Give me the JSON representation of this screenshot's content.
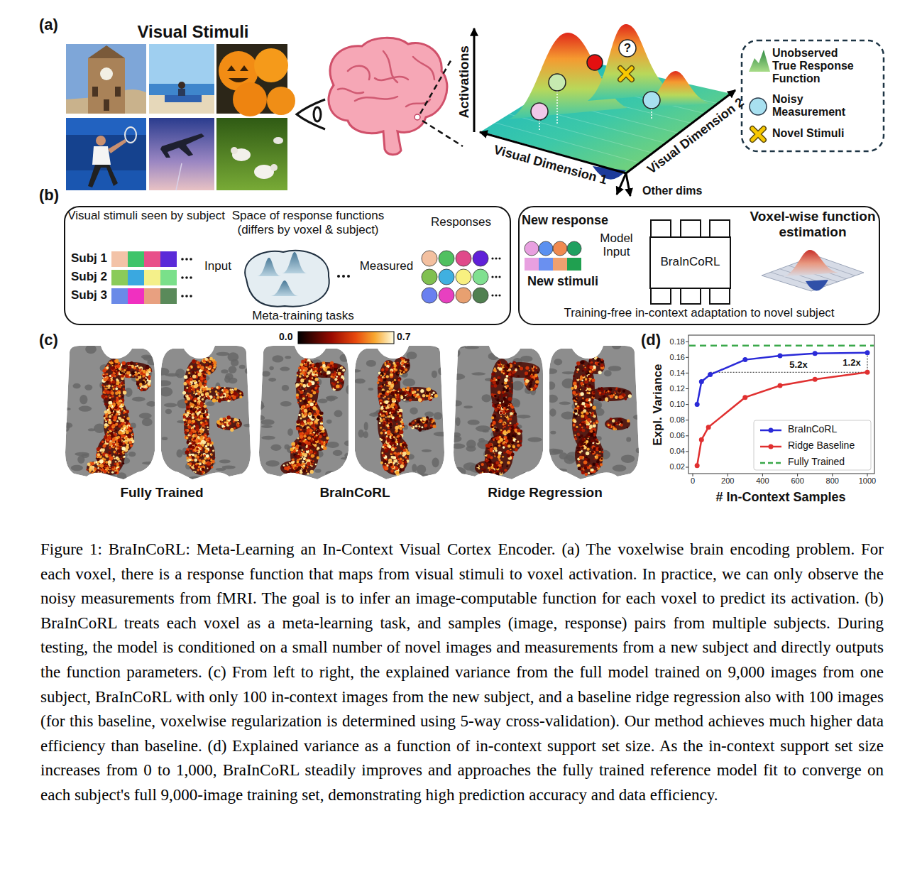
{
  "diagram": {
    "caption": "Figure 1: BraInCoRL: Meta-Learning an In-Context Visual Cortex Encoder. (a) The voxelwise brain encoding problem. For each voxel, there is a response function that maps from visual stimuli to voxel activation. In practice, we can only observe the noisy measurements from fMRI. The goal is to infer an image-computable function for each voxel to predict its activation. (b) BraInCoRL treats each voxel as a meta-learning task, and samples (image, response) pairs from multiple subjects. During testing, the model is conditioned on a small number of novel images and measurements from a new subject and directly outputs the function parameters. (c) From left to right, the explained variance from the full model trained on 9,000 images from one subject, BraInCoRL with only 100 in-context images from the new subject, and a baseline ridge regression also with 100 images (for this baseline, voxelwise regularization is determined using 5-way cross-validation). Our method achieves much higher data efficiency than baseline. (d) Explained variance as a function of in-context support set size. As the in-context support set size increases from 0 to 1,000, BraInCoRL steadily improves and approaches the fully trained reference model fit to converge on each subject's full 9,000-image training set, demonstrating high prediction accuracy and data efficiency.",
    "nodes": [
      {
        "text": [
          "Meta-training tasks"
        ]
      },
      {
        "text": [
          "Visual stimuli seen by subject",
          "Subj 1",
          "Subj 2",
          "Subj 3"
        ],
        "in": 0
      },
      {
        "text": [
          "Space of response functions (differs by voxel & subject)"
        ],
        "in": 0
      },
      {
        "text": [
          "Responses"
        ],
        "in": 0
      },
      {
        "text": [
          "Training-free in-context adaptation to novel subject"
        ]
      },
      {
        "text": [
          "New response",
          "New stimuli"
        ],
        "in": 4
      },
      {
        "text": [
          "BraInCoRL"
        ],
        "in": 4
      },
      {
        "text": [
          "Voxel-wise function estimation"
        ],
        "in": 4
      }
    ],
    "edges": [
      {
        "from": 1,
        "to": 2,
        "label": "Input",
        "arrow": "to"
      },
      {
        "from": 2,
        "to": 3,
        "label": "Measured",
        "arrow": "to"
      },
      {
        "from": 5,
        "to": 6,
        "label": "Model Input",
        "arrow": "to"
      },
      {
        "from": 6,
        "to": 7,
        "arrow": "to"
      }
    ],
    "labels": [
      "(a)",
      "Visual Stimuli",
      "Activations",
      "Visual Dimension 1",
      "Visual Dimension 2",
      "Other dims",
      "?",
      "(b)",
      "(c)",
      "0.0",
      "0.7",
      "Fully Trained",
      "BraInCoRL",
      "Ridge Regression",
      "(d)",
      "Expl. Variance",
      "# In-Context Samples",
      "0.18",
      "0.16",
      "0.14",
      "0.12",
      "0.10",
      "0.08",
      "0.06",
      "0.04",
      "0.02",
      "0",
      "200",
      "400",
      "600",
      "800",
      "1000",
      "5.2x",
      "1.2x"
    ],
    "legend": [
      {
        "text": "Unobserved True Response Function"
      },
      {
        "text": "Noisy Measurement"
      },
      {
        "text": "Novel Stimuli"
      },
      {
        "text": "BraInCoRL"
      },
      {
        "text": "Ridge Baseline"
      },
      {
        "text": "Fully Trained"
      }
    ]
  }
}
